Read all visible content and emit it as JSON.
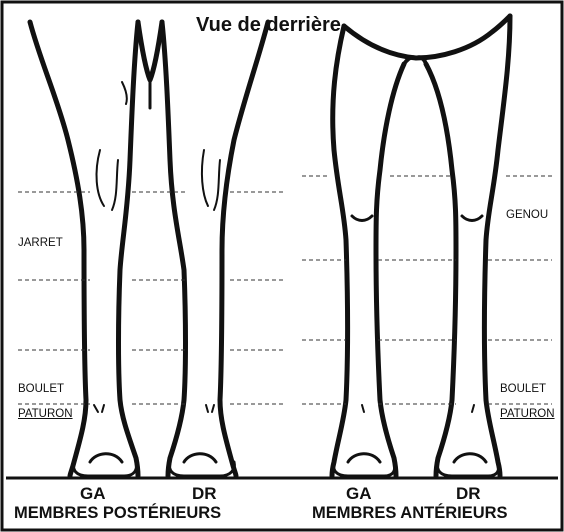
{
  "title": "Vue de derrière",
  "hind": {
    "left_limb": "GA",
    "right_limb": "DR",
    "caption": "MEMBRES POSTÉRIEURS",
    "labels": {
      "jarret": "JARRET",
      "boulet": "BOULET",
      "paturon": "PATURON"
    }
  },
  "fore": {
    "left_limb": "GA",
    "right_limb": "DR",
    "caption": "MEMBRES ANTÉRIEURS",
    "labels": {
      "genou": "GENOU",
      "boulet": "BOULET",
      "paturon": "PATURON"
    }
  },
  "colors": {
    "ink": "#111111",
    "background": "#ffffff"
  }
}
